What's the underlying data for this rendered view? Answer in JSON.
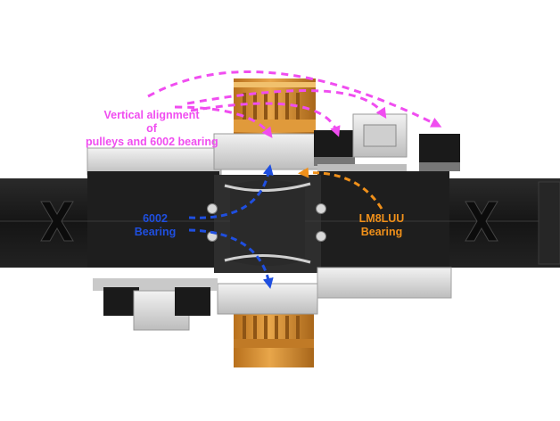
{
  "labels": {
    "vertical_alignment": {
      "line1": "Vertical alignment",
      "line2": "of",
      "line3": "pulleys and 6002 bearing",
      "color": "#f04df0"
    },
    "bearing_6002": {
      "line1": "6002",
      "line2": "Bearing",
      "color": "#1f4fe0"
    },
    "lm8luu": {
      "line1": "LM8LUU",
      "line2": "Bearing",
      "color": "#f0901a"
    }
  },
  "carriage_marks": {
    "left": "X",
    "right": "X"
  },
  "colors": {
    "carriage": "#1b1b1b",
    "carriage_edge": "#2c2c2c",
    "metal": "#d8d8d8",
    "pulley_orange": "#d9902c",
    "arrow_magenta": "#f04df0",
    "arrow_blue": "#1f4fe0",
    "arrow_orange": "#f0901a"
  },
  "icons": [
    "pulley-icon",
    "bearing-icon",
    "screw-icon",
    "arrow-icon"
  ]
}
